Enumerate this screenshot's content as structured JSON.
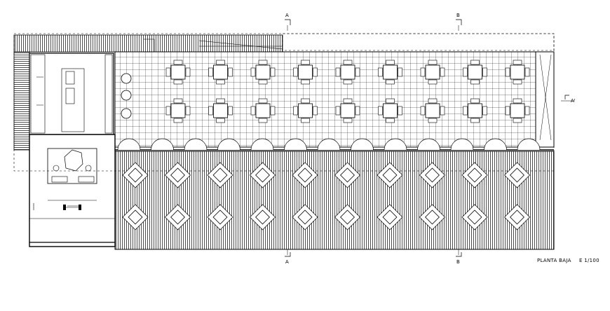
{
  "drawing": {
    "title": "PLANTA BAJA",
    "scale": "E 1/100"
  },
  "section_marks": {
    "a_top": "A",
    "b_top": "B",
    "a_bottom": "A",
    "b_bottom": "B",
    "a_prime": "A'"
  },
  "layout": {
    "indoor_table_rows": 2,
    "indoor_tables_per_row": 9,
    "terrace_table_rows": 2,
    "terrace_tables_per_row": 10,
    "door_arcs": 13,
    "round_columns": 3
  },
  "colors": {
    "line": "#000000",
    "background": "#ffffff"
  }
}
